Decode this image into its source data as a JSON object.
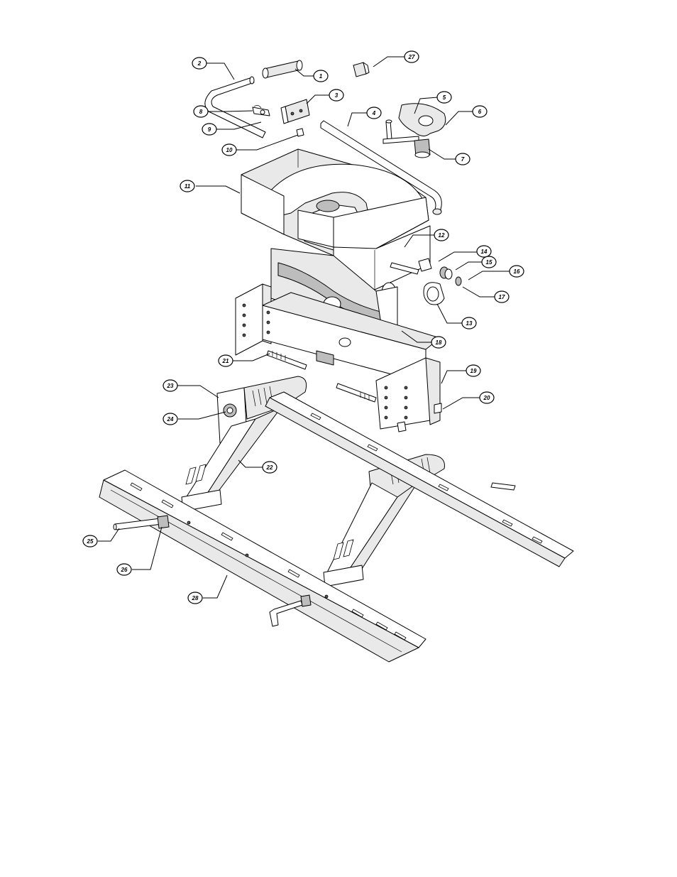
{
  "diagram": {
    "callouts": [
      {
        "id": "c1",
        "label": "1"
      },
      {
        "id": "c2",
        "label": "2"
      },
      {
        "id": "c3",
        "label": "3"
      },
      {
        "id": "c4",
        "label": "4"
      },
      {
        "id": "c5",
        "label": "5"
      },
      {
        "id": "c6",
        "label": "6"
      },
      {
        "id": "c7",
        "label": "7"
      },
      {
        "id": "c8",
        "label": "8"
      },
      {
        "id": "c9",
        "label": "9"
      },
      {
        "id": "c10",
        "label": "10"
      },
      {
        "id": "c11",
        "label": "11"
      },
      {
        "id": "c12",
        "label": "12"
      },
      {
        "id": "c13",
        "label": "13"
      },
      {
        "id": "c14",
        "label": "14"
      },
      {
        "id": "c15",
        "label": "15"
      },
      {
        "id": "c16",
        "label": "16"
      },
      {
        "id": "c17",
        "label": "17"
      },
      {
        "id": "c18",
        "label": "18"
      },
      {
        "id": "c19",
        "label": "19"
      },
      {
        "id": "c20",
        "label": "20"
      },
      {
        "id": "c21",
        "label": "21"
      },
      {
        "id": "c22",
        "label": "22"
      },
      {
        "id": "c23",
        "label": "23"
      },
      {
        "id": "c24",
        "label": "24"
      },
      {
        "id": "c25",
        "label": "25"
      },
      {
        "id": "c26",
        "label": "26"
      },
      {
        "id": "c27",
        "label": "27"
      },
      {
        "id": "c28",
        "label": "28"
      }
    ]
  }
}
